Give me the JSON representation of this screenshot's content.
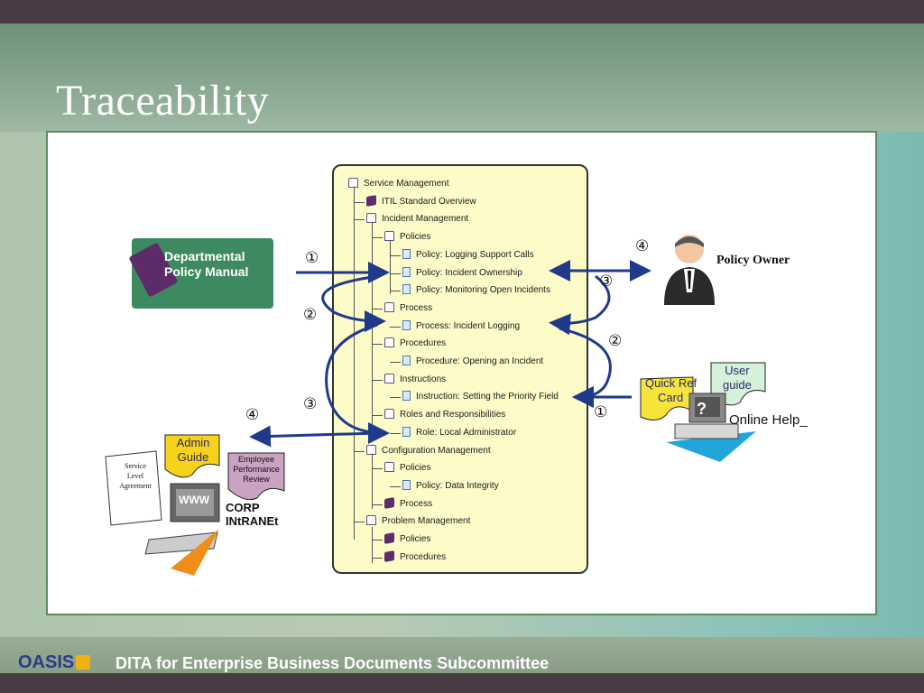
{
  "slide": {
    "title": "Traceability",
    "footer_logo": "OASIS",
    "footer_text": "DITA for Enterprise Business Documents Subcommittee"
  },
  "tree": {
    "nodes": [
      {
        "label": "Service Management",
        "icon": "open-book-icon"
      },
      {
        "label": "ITIL Standard Overview",
        "icon": "closed-book-icon"
      },
      {
        "label": "Incident Management",
        "icon": "open-book-icon"
      },
      {
        "label": "Policies",
        "icon": "open-book-icon"
      },
      {
        "label": "Policy: Logging Support Calls",
        "icon": "page-icon"
      },
      {
        "label": "Policy: Incident Ownership",
        "icon": "page-icon"
      },
      {
        "label": "Policy: Monitoring Open Incidents",
        "icon": "page-icon"
      },
      {
        "label": "Process",
        "icon": "open-book-icon"
      },
      {
        "label": "Process: Incident Logging",
        "icon": "page-icon"
      },
      {
        "label": "Procedures",
        "icon": "open-book-icon"
      },
      {
        "label": "Procedure: Opening an Incident",
        "icon": "page-icon"
      },
      {
        "label": "Instructions",
        "icon": "open-book-icon"
      },
      {
        "label": "Instruction: Setting the Priority Field",
        "icon": "page-icon"
      },
      {
        "label": "Roles and Responsibilities",
        "icon": "open-book-icon"
      },
      {
        "label": "Role: Local Administrator",
        "icon": "page-icon"
      },
      {
        "label": "Configuration Management",
        "icon": "open-book-icon"
      },
      {
        "label": "Policies",
        "icon": "open-book-icon"
      },
      {
        "label": "Policy: Data Integrity",
        "icon": "page-icon"
      },
      {
        "label": "Process",
        "icon": "closed-book-icon"
      },
      {
        "label": "Problem Management",
        "icon": "open-book-icon"
      },
      {
        "label": "Policies",
        "icon": "closed-book-icon"
      },
      {
        "label": "Procedures",
        "icon": "closed-book-icon"
      }
    ]
  },
  "left": {
    "manual_line1": "Departmental",
    "manual_line2": "Policy Manual",
    "admin_guide": "Admin Guide",
    "sla_line1": "Service",
    "sla_line2": "Level",
    "sla_line3": "Agreement",
    "epr_line1": "Employee",
    "epr_line2": "Performance",
    "epr_line3": "Review",
    "screen_text": "WWW",
    "intranet_line1": "CORP",
    "intranet_line2": "INtRANEt"
  },
  "right": {
    "policy_owner": "Policy Owner",
    "quick_ref_line1": "Quick Ref",
    "quick_ref_line2": "Card",
    "user_guide_line1": "User",
    "user_guide_line2": "guide",
    "screen_mark": "?",
    "online_help": "Online Help_"
  },
  "markers": [
    "①",
    "②",
    "③",
    "④",
    "③",
    "②",
    "①",
    "④"
  ],
  "colors": {
    "arrow": "#1f3a8a",
    "tree_bg": "#fdfbc7",
    "manual_bg": "#3e8a60",
    "orange": "#ef8d1a",
    "cyan": "#21a6d9"
  }
}
